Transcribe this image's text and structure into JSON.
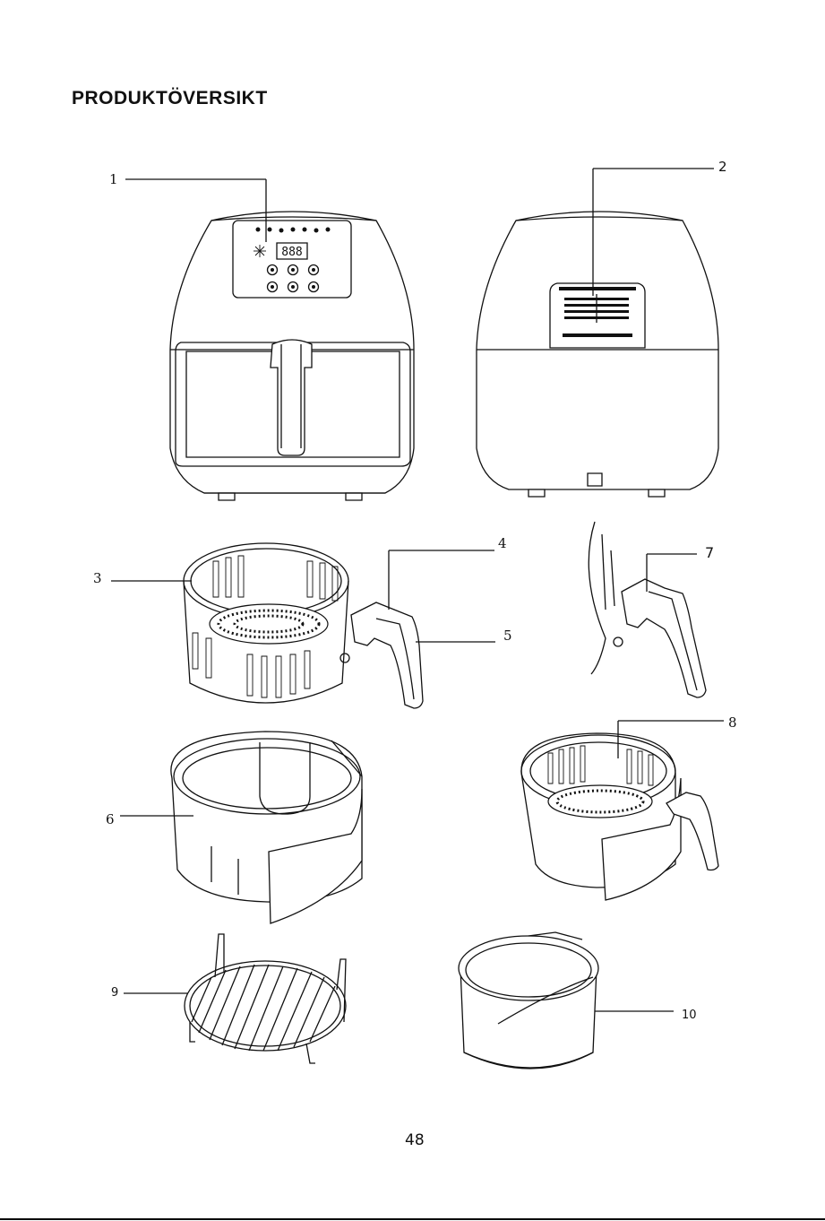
{
  "page": {
    "title": "PRODUKTÖVERSIKT",
    "page_number": "48"
  },
  "callouts": [
    "1",
    "2",
    "3",
    "4",
    "5",
    "6",
    "7",
    "8",
    "9",
    "10"
  ],
  "display": {
    "readout": "888"
  }
}
